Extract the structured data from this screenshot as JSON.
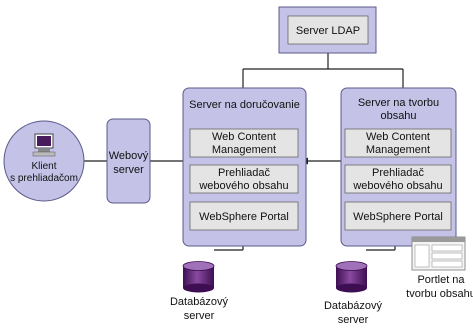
{
  "ldap": {
    "label": "Server LDAP"
  },
  "client": {
    "line1": "Klient",
    "line2": "s prehliadačom"
  },
  "web_server": {
    "line1": "Webový",
    "line2": "server"
  },
  "delivery_server": {
    "title": "Server na doručovanie",
    "components": [
      {
        "line1": "Web Content",
        "line2": "Management"
      },
      {
        "line1": "Prehliadač",
        "line2": "webového obsahu"
      },
      {
        "line1": "WebSphere Portal",
        "line2": ""
      }
    ],
    "db": {
      "line1": "Databázový",
      "line2": "server"
    }
  },
  "authoring_server": {
    "title_line1": "Server na tvorbu",
    "title_line2": "obsahu",
    "components": [
      {
        "line1": "Web Content",
        "line2": "Management"
      },
      {
        "line1": "Prehliadač",
        "line2": "webového obsahu"
      },
      {
        "line1": "WebSphere Portal",
        "line2": ""
      }
    ],
    "db": {
      "line1": "Databázový",
      "line2": "server"
    },
    "portlet": {
      "line1": "Portlet na",
      "line2": "tvorbu obsahu"
    }
  },
  "colors": {
    "server_fill": "#c4c2e6",
    "server_stroke": "#5a5a8a",
    "component_fill": "#e4e4e4",
    "client_fill": "#c4c2e6",
    "db_fill": "#5a1f6e",
    "line": "#222222"
  }
}
